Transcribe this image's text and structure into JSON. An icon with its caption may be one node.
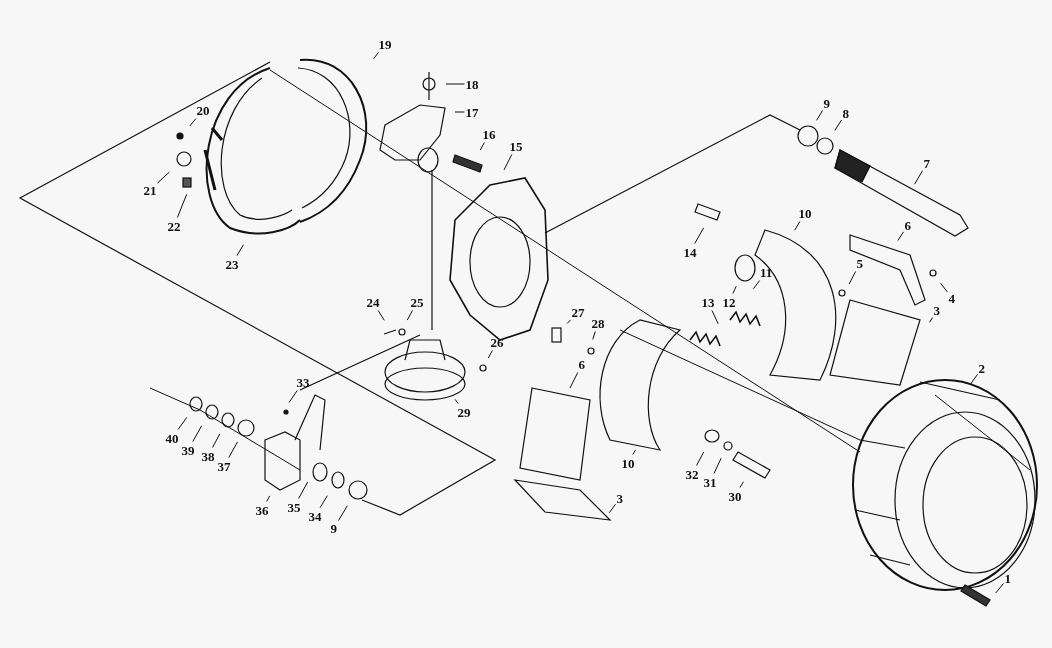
{
  "diagram": {
    "nodes": [
      {
        "text": [
          "19"
        ]
      },
      {
        "text": [
          "18"
        ]
      },
      {
        "text": [
          "9"
        ]
      },
      {
        "text": [
          "20"
        ]
      },
      {
        "text": [
          "17"
        ]
      },
      {
        "text": [
          "8"
        ]
      },
      {
        "text": [
          "16"
        ]
      },
      {
        "text": [
          "15"
        ]
      },
      {
        "text": [
          "7"
        ]
      },
      {
        "text": [
          "21"
        ]
      },
      {
        "text": [
          "10"
        ]
      },
      {
        "text": [
          "22"
        ]
      },
      {
        "text": [
          "6"
        ]
      },
      {
        "text": [
          "14"
        ]
      },
      {
        "text": [
          "5"
        ]
      },
      {
        "text": [
          "23"
        ]
      },
      {
        "text": [
          "11"
        ]
      },
      {
        "text": [
          "4"
        ]
      },
      {
        "text": [
          "24"
        ]
      },
      {
        "text": [
          "25"
        ]
      },
      {
        "text": [
          "13"
        ]
      },
      {
        "text": [
          "12"
        ]
      },
      {
        "text": [
          "3"
        ]
      },
      {
        "text": [
          "27"
        ]
      },
      {
        "text": [
          "28"
        ]
      },
      {
        "text": [
          "26"
        ]
      },
      {
        "text": [
          "2"
        ]
      },
      {
        "text": [
          "6"
        ]
      },
      {
        "text": [
          "33"
        ]
      },
      {
        "text": [
          "29"
        ]
      },
      {
        "text": [
          "40"
        ]
      },
      {
        "text": [
          "39"
        ]
      },
      {
        "text": [
          "38"
        ]
      },
      {
        "text": [
          "10"
        ]
      },
      {
        "text": [
          "37"
        ]
      },
      {
        "text": [
          "32"
        ]
      },
      {
        "text": [
          "31"
        ]
      },
      {
        "text": [
          "30"
        ]
      },
      {
        "text": [
          "3"
        ]
      },
      {
        "text": [
          "35"
        ]
      },
      {
        "text": [
          "36"
        ]
      },
      {
        "text": [
          "34"
        ]
      },
      {
        "text": [
          "9"
        ]
      },
      {
        "text": [
          "1"
        ]
      }
    ],
    "edges": [
      {
        "from": 0,
        "to": null,
        "arrow": "none"
      },
      {
        "from": 1,
        "to": null,
        "arrow": "none"
      },
      {
        "from": 2,
        "to": null,
        "arrow": "none"
      },
      {
        "from": 3,
        "to": null,
        "arrow": "none"
      },
      {
        "from": 4,
        "to": null,
        "arrow": "none"
      },
      {
        "from": 5,
        "to": null,
        "arrow": "none"
      },
      {
        "from": 6,
        "to": null,
        "arrow": "none"
      },
      {
        "from": 7,
        "to": null,
        "arrow": "none"
      },
      {
        "from": 8,
        "to": null,
        "arrow": "none"
      },
      {
        "from": 9,
        "to": null,
        "arrow": "none"
      },
      {
        "from": 10,
        "to": null,
        "arrow": "none"
      },
      {
        "from": 11,
        "to": null,
        "arrow": "none"
      },
      {
        "from": 12,
        "to": null,
        "arrow": "none"
      },
      {
        "from": 13,
        "to": null,
        "arrow": "none"
      },
      {
        "from": 14,
        "to": null,
        "arrow": "none"
      },
      {
        "from": 15,
        "to": null,
        "arrow": "none"
      },
      {
        "from": 16,
        "to": null,
        "arrow": "none"
      },
      {
        "from": 17,
        "to": null,
        "arrow": "none"
      },
      {
        "from": 18,
        "to": null,
        "arrow": "none"
      },
      {
        "from": 19,
        "to": null,
        "arrow": "none"
      },
      {
        "from": 20,
        "to": null,
        "arrow": "none"
      },
      {
        "from": 21,
        "to": null,
        "arrow": "none"
      },
      {
        "from": 22,
        "to": null,
        "arrow": "none"
      },
      {
        "from": 23,
        "to": null,
        "arrow": "none"
      },
      {
        "from": 24,
        "to": null,
        "arrow": "none"
      },
      {
        "from": 25,
        "to": null,
        "arrow": "none"
      },
      {
        "from": 26,
        "to": null,
        "arrow": "none"
      },
      {
        "from": 27,
        "to": null,
        "arrow": "none"
      },
      {
        "from": 28,
        "to": null,
        "arrow": "none"
      },
      {
        "from": 29,
        "to": null,
        "arrow": "none"
      },
      {
        "from": 30,
        "to": null,
        "arrow": "none"
      },
      {
        "from": 31,
        "to": null,
        "arrow": "none"
      },
      {
        "from": 32,
        "to": null,
        "arrow": "none"
      },
      {
        "from": 33,
        "to": null,
        "arrow": "none"
      },
      {
        "from": 34,
        "to": null,
        "arrow": "none"
      },
      {
        "from": 35,
        "to": null,
        "arrow": "none"
      },
      {
        "from": 36,
        "to": null,
        "arrow": "none"
      },
      {
        "from": 37,
        "to": null,
        "arrow": "none"
      },
      {
        "from": 38,
        "to": null,
        "arrow": "none"
      },
      {
        "from": 39,
        "to": null,
        "arrow": "none"
      },
      {
        "from": 40,
        "to": null,
        "arrow": "none"
      },
      {
        "from": 41,
        "to": null,
        "arrow": "none"
      },
      {
        "from": 42,
        "to": null,
        "arrow": "none"
      },
      {
        "from": 43,
        "to": null,
        "arrow": "none"
      }
    ]
  }
}
